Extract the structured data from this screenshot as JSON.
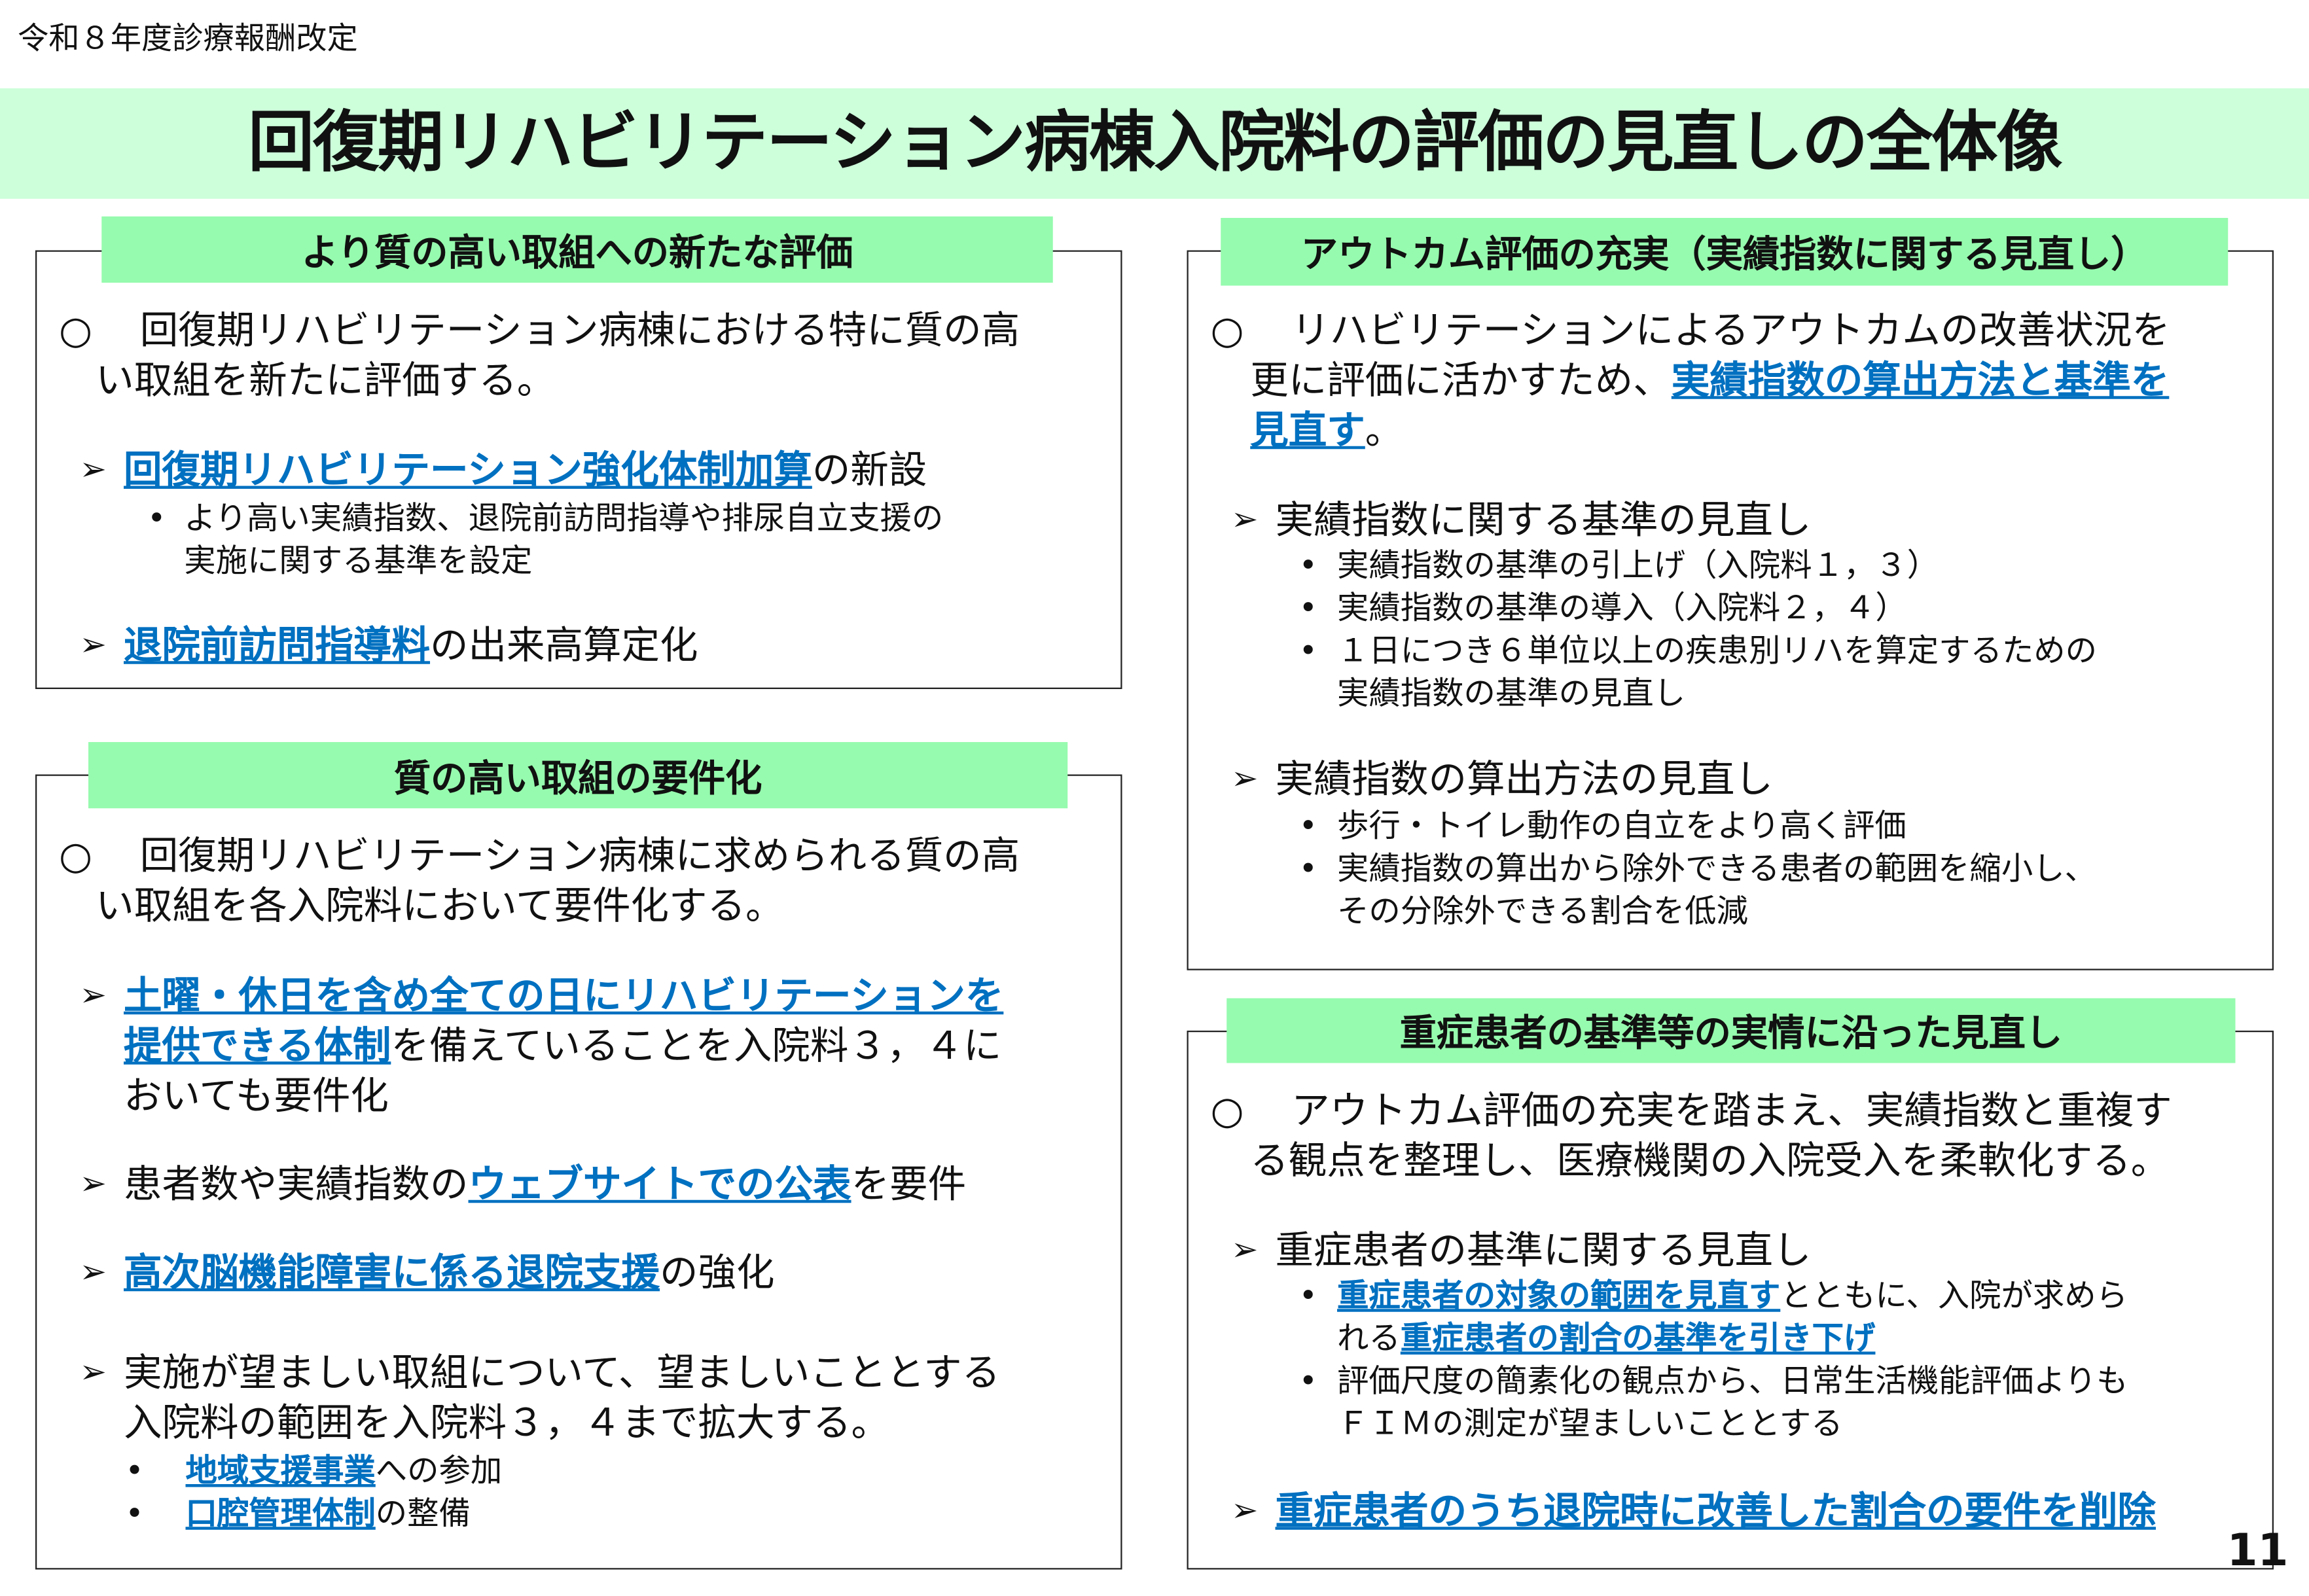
{
  "revision_label": "令和８年度診療報酬改定",
  "title": "回復期リハビリテーション病棟入院料の評価の見直しの全体像",
  "page_number": "11",
  "colors": {
    "link": "#0070c0",
    "header_bg": "#96fbae",
    "title_bg": "#ccffda"
  },
  "boxes": [
    {
      "heading": "より質の高い取組への新たな評価",
      "items": [
        {
          "kind": "circle",
          "lines": [
            [
              {
                "t": "回復期リハビリテーション病棟における特に質の高"
              }
            ],
            [
              {
                "t": "い取組を新たに評価する。"
              }
            ]
          ]
        },
        {
          "kind": "arrow",
          "lines": [
            [
              {
                "t": "回復期リハビリテーション強化体制加算",
                "link": true
              },
              {
                "t": "の新設"
              }
            ]
          ]
        },
        {
          "kind": "dot",
          "lines": [
            [
              {
                "t": "より高い実績指数、退院前訪問指導や排尿自立支援の"
              }
            ],
            [
              {
                "t": "実施に関する基準を設定"
              }
            ]
          ]
        },
        {
          "kind": "arrow",
          "lines": [
            [
              {
                "t": "退院前訪問指導料",
                "link": true
              },
              {
                "t": "の出来高算定化"
              }
            ]
          ]
        }
      ]
    },
    {
      "heading": "質の高い取組の要件化",
      "items": [
        {
          "kind": "circle",
          "lines": [
            [
              {
                "t": "回復期リハビリテーション病棟に求められる質の高"
              }
            ],
            [
              {
                "t": "い取組を各入院料において要件化する。"
              }
            ]
          ]
        },
        {
          "kind": "arrow",
          "lines": [
            [
              {
                "t": "土曜・休日を含め全ての日にリハビリテーションを",
                "link": true
              }
            ],
            [
              {
                "t": "提供できる体制",
                "link": true
              },
              {
                "t": "を備えていることを入院料３，４に"
              }
            ],
            [
              {
                "t": "おいても要件化"
              }
            ]
          ]
        },
        {
          "kind": "arrow",
          "lines": [
            [
              {
                "t": "患者数や実績指数の"
              },
              {
                "t": "ウェブサイトでの公表",
                "link": true
              },
              {
                "t": "を要件"
              }
            ]
          ]
        },
        {
          "kind": "arrow",
          "lines": [
            [
              {
                "t": "高次脳機能障害に係る退院支援",
                "link": true
              },
              {
                "t": "の強化"
              }
            ]
          ]
        },
        {
          "kind": "arrow",
          "lines": [
            [
              {
                "t": "実施が望ましい取組について、望ましいこととする"
              }
            ],
            [
              {
                "t": "入院料の範囲を入院料３，４まで拡大する。"
              }
            ]
          ]
        },
        {
          "kind": "dot",
          "lines": [
            [
              {
                "t": "地域支援事業",
                "link": true
              },
              {
                "t": "への参加"
              }
            ]
          ]
        },
        {
          "kind": "dot",
          "lines": [
            [
              {
                "t": "口腔管理体制",
                "link": true
              },
              {
                "t": "の整備"
              }
            ]
          ]
        }
      ]
    },
    {
      "heading": "アウトカム評価の充実（実績指数に関する見直し）",
      "items": [
        {
          "kind": "circle",
          "lines": [
            [
              {
                "t": "リハビリテーションによるアウトカムの改善状況を"
              }
            ],
            [
              {
                "t": "更に評価に活かすため、"
              },
              {
                "t": "実績指数の算出方法と基準を",
                "link": true
              }
            ],
            [
              {
                "t": "見直す",
                "link": true
              },
              {
                "t": "。"
              }
            ]
          ]
        },
        {
          "kind": "arrow",
          "lines": [
            [
              {
                "t": "実績指数に関する基準の見直し"
              }
            ]
          ]
        },
        {
          "kind": "dot",
          "lines": [
            [
              {
                "t": "実績指数の基準の引上げ（入院料１，３）"
              }
            ]
          ]
        },
        {
          "kind": "dot",
          "lines": [
            [
              {
                "t": "実績指数の基準の導入（入院料２，４）"
              }
            ]
          ]
        },
        {
          "kind": "dot",
          "lines": [
            [
              {
                "t": "１日につき６単位以上の疾患別リハを算定するための"
              }
            ],
            [
              {
                "t": "実績指数の基準の見直し"
              }
            ]
          ]
        },
        {
          "kind": "arrow",
          "lines": [
            [
              {
                "t": "実績指数の算出方法の見直し"
              }
            ]
          ]
        },
        {
          "kind": "dot",
          "lines": [
            [
              {
                "t": "歩行・トイレ動作の自立をより高く評価"
              }
            ]
          ]
        },
        {
          "kind": "dot",
          "lines": [
            [
              {
                "t": "実績指数の算出から除外できる患者の範囲を縮小し、"
              }
            ],
            [
              {
                "t": "その分除外できる割合を低減"
              }
            ]
          ]
        }
      ]
    },
    {
      "heading": "重症患者の基準等の実情に沿った見直し",
      "items": [
        {
          "kind": "circle",
          "lines": [
            [
              {
                "t": "アウトカム評価の充実を踏まえ、実績指数と重複す"
              }
            ],
            [
              {
                "t": "る観点を整理し、医療機関の入院受入を柔軟化する。"
              }
            ]
          ]
        },
        {
          "kind": "arrow",
          "lines": [
            [
              {
                "t": "重症患者の基準に関する見直し"
              }
            ]
          ]
        },
        {
          "kind": "dot",
          "lines": [
            [
              {
                "t": "重症患者の対象の範囲を見直す",
                "link": true
              },
              {
                "t": "とともに、入院が求めら"
              }
            ],
            [
              {
                "t": "れる"
              },
              {
                "t": "重症患者の割合の基準を引き下げ",
                "link": true
              }
            ]
          ]
        },
        {
          "kind": "dot",
          "lines": [
            [
              {
                "t": "評価尺度の簡素化の観点から、日常生活機能評価よりも"
              }
            ],
            [
              {
                "t": "ＦＩＭの測定が望ましいこととする"
              }
            ]
          ]
        },
        {
          "kind": "arrow",
          "lines": [
            [
              {
                "t": "重症患者のうち退院時に改善した割合の要件を削除",
                "link": true
              }
            ]
          ]
        }
      ]
    }
  ]
}
